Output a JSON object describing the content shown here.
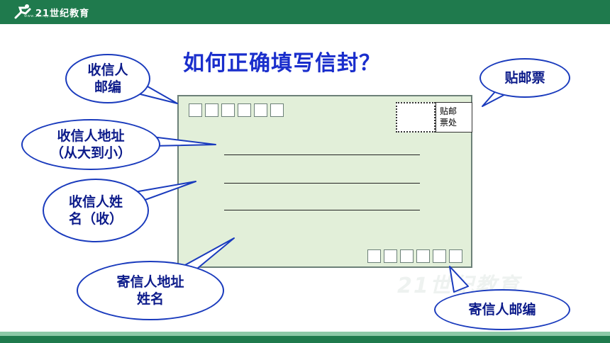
{
  "header": {
    "logo_text": "21世纪教育",
    "logo_subtext": "www.21cnjy.com",
    "colors": {
      "primary": "#1f7a4d",
      "secondary": "#8cc9a7"
    }
  },
  "title": "如何正确填写信封？",
  "envelope": {
    "stamp_label": "贴邮\n票处",
    "recipient_zip_boxes": 6,
    "sender_zip_boxes": 6,
    "address_lines": 3
  },
  "callouts": {
    "recipient_zip": "收信人\n邮编",
    "recipient_address": "收信人地址\n（从大到小）",
    "recipient_name": "收信人姓\n名（收）",
    "sender_info": "寄信人地址\n姓名",
    "stamp": "贴邮票",
    "sender_zip": "寄信人邮编"
  },
  "watermark": "21世纪教育"
}
